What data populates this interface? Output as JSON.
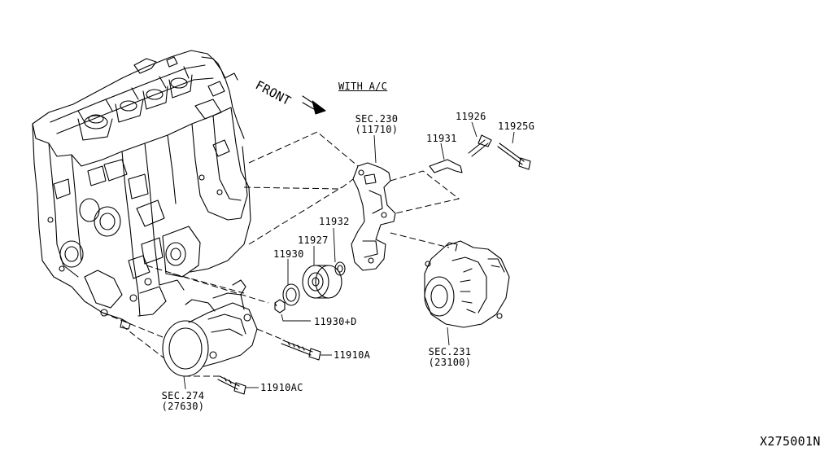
{
  "diagram": {
    "front_label": "FRONT",
    "with_ac": "WITH A/C",
    "diagram_id": "X275001N",
    "parts": {
      "sec230": {
        "sec": "SEC.230",
        "code": "(11710)"
      },
      "sec231": {
        "sec": "SEC.231",
        "code": "(23100)"
      },
      "sec274": {
        "sec": "SEC.274",
        "code": "(27630)"
      },
      "p11926": "11926",
      "p11925G": "11925G",
      "p11931": "11931",
      "p11932": "11932",
      "p11927": "11927",
      "p11930": "11930",
      "p11930D": "11930+D",
      "p11910A": "11910A",
      "p11910AC": "11910AC"
    }
  }
}
